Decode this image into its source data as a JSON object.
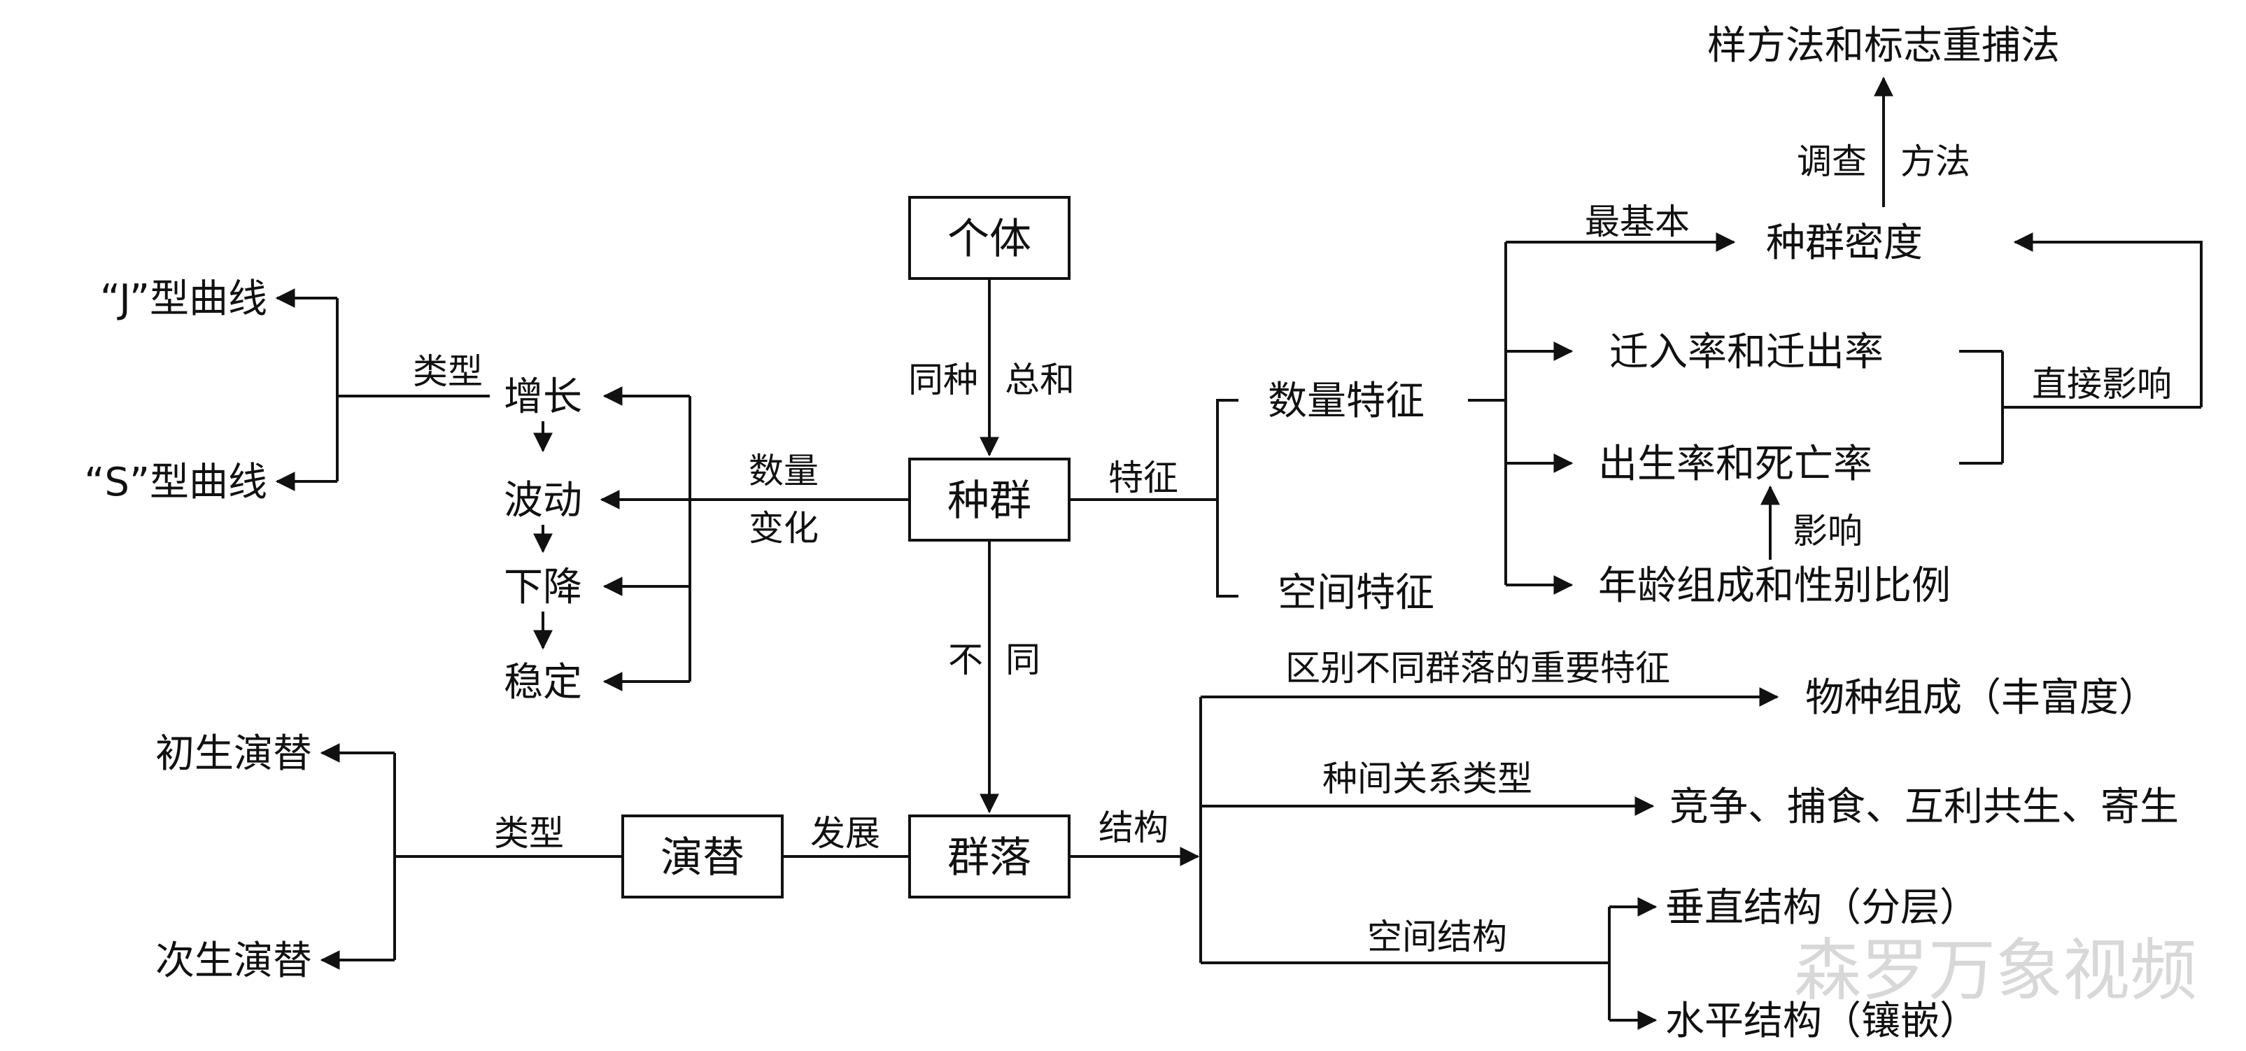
{
  "nodes": {
    "individual": "个体",
    "population": "种群",
    "community": "群落",
    "succession": "演替",
    "j_curve": "“J”型曲线",
    "s_curve": "“S”型曲线",
    "growth": "增长",
    "fluctuation": "波动",
    "decline": "下降",
    "stable": "稳定",
    "quantity_features": "数量特征",
    "spatial_features": "空间特征",
    "population_density": "种群密度",
    "survey_methods": "样方法和标志重捕法",
    "migration_rate": "迁入率和迁出率",
    "birth_death_rate": "出生率和死亡率",
    "age_sex_ratio": "年龄组成和性别比例",
    "species_composition": "物种组成（丰富度）",
    "interspecific_types": "竞争、捕食、互利共生、寄生",
    "vertical_structure": "垂直结构（分层）",
    "horizontal_structure": "水平结构（镶嵌）",
    "primary_succession": "初生演替",
    "secondary_succession": "次生演替"
  },
  "edge_labels": {
    "same_species": "同种",
    "sum": "总和",
    "different_1": "不",
    "different_2": "同",
    "quantity_1": "数量",
    "quantity_2": "变化",
    "features": "特征",
    "growth_type": "类型",
    "succession_type": "类型",
    "develop": "发展",
    "structure": "结构",
    "most_basic": "最基本",
    "survey": "调查",
    "method": "方法",
    "direct_influence": "直接影响",
    "influence": "影响",
    "distinguish": "区别不同群落的重要特征",
    "interspecific_relation": "种间关系类型",
    "spatial_structure": "空间结构"
  },
  "watermark": "森罗万象视频"
}
